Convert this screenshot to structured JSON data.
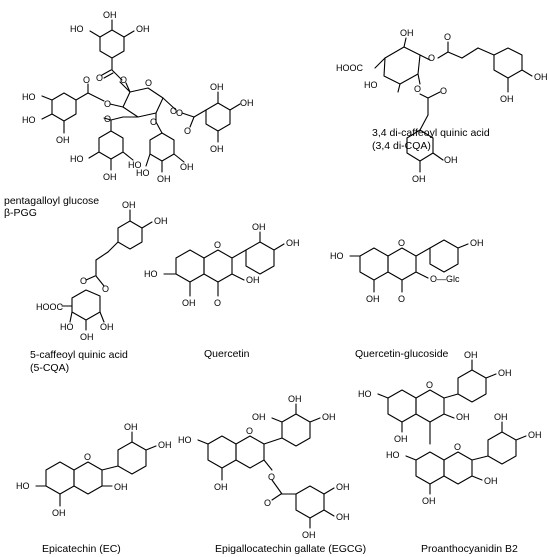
{
  "atom_labels": {
    "oh": "OH",
    "ho": "HO",
    "o": "O",
    "cooh_left": "HOOC",
    "glc": "O—Glc"
  },
  "compounds": [
    {
      "name": "pentagalloyl glucose",
      "abbr": "β-PGG"
    },
    {
      "name": "3,4 di-caffeoyl quinic acid",
      "abbr": "(3,4 di-CQA)"
    },
    {
      "name": "5-caffeoyl quinic acid",
      "abbr": "(5-CQA)"
    },
    {
      "name": "Quercetin"
    },
    {
      "name": "Quercetin-glucoside"
    },
    {
      "name": "Epicatechin (EC)"
    },
    {
      "name": "Epigallocatechin gallate (EGCG)"
    },
    {
      "name": "Proanthocyanidin B2"
    }
  ]
}
